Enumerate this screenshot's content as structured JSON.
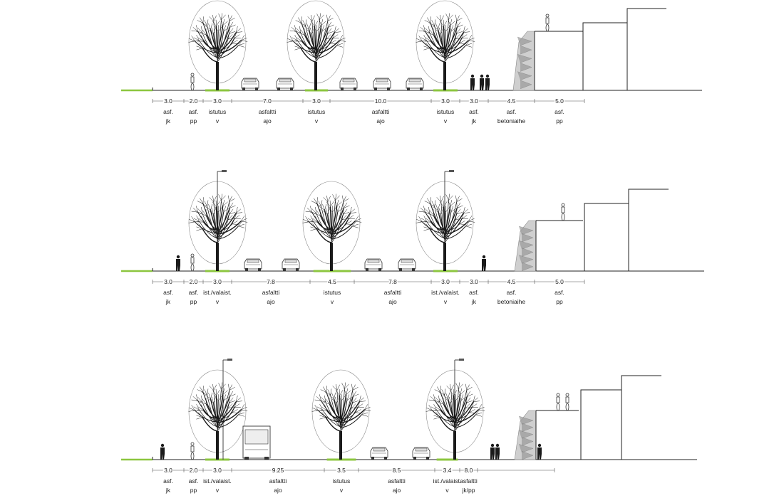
{
  "sections": [
    {
      "id": "section-1",
      "segments": [
        {
          "width": "3.0",
          "material": "asf.",
          "use": "jk"
        },
        {
          "width": "2.0",
          "material": "asf.",
          "use": "pp"
        },
        {
          "width": "3.0",
          "material": "istutus",
          "use": "v"
        },
        {
          "width": "7.0",
          "material": "asfaltti",
          "use": "ajo"
        },
        {
          "width": "3.0",
          "material": "istutus",
          "use": "v"
        },
        {
          "width": "10.0",
          "material": "asfaltti",
          "use": "ajo"
        },
        {
          "width": "3.0",
          "material": "istutus",
          "use": "v"
        },
        {
          "width": "3.0",
          "material": "asf.",
          "use": "jk"
        },
        {
          "width": "4.5",
          "material": "asf.",
          "use": "betoniaihe"
        },
        {
          "width": "5.0",
          "material": "asf.",
          "use": "pp"
        }
      ]
    },
    {
      "id": "section-2",
      "segments": [
        {
          "width": "3.0",
          "material": "asf.",
          "use": "jk"
        },
        {
          "width": "2.0",
          "material": "asf.",
          "use": "pp"
        },
        {
          "width": "3.0",
          "material": "ist./valaist.",
          "use": "v"
        },
        {
          "width": "7.8",
          "material": "asfaltti",
          "use": "ajo"
        },
        {
          "width": "4.5",
          "material": "istutus",
          "use": "v"
        },
        {
          "width": "7.8",
          "material": "asfaltti",
          "use": "ajo"
        },
        {
          "width": "3.0",
          "material": "ist./valaist.",
          "use": "v"
        },
        {
          "width": "3.0",
          "material": "asf.",
          "use": "jk"
        },
        {
          "width": "4.5",
          "material": "asf.",
          "use": "betoniaihe"
        },
        {
          "width": "5.0",
          "material": "asf.",
          "use": "pp"
        }
      ]
    },
    {
      "id": "section-3",
      "segments": [
        {
          "width": "3.0",
          "material": "asf.",
          "use": "jk"
        },
        {
          "width": "2.0",
          "material": "asf.",
          "use": "pp"
        },
        {
          "width": "3.0",
          "material": "ist./valaist.",
          "use": "v"
        },
        {
          "width": "9.25",
          "material": "asfaltti",
          "use": "ajo"
        },
        {
          "width": "3.5",
          "material": "istutus",
          "use": "v"
        },
        {
          "width": "8.5",
          "material": "asfaltti",
          "use": "ajo"
        },
        {
          "width": "3.4",
          "material": "ist./valaist.",
          "use": "v"
        },
        {
          "width": "8.0",
          "material": "asfaltti",
          "use": "jk/pp"
        }
      ]
    }
  ],
  "colors": {
    "ground": "#222222",
    "planting": "#8cc63f",
    "tree": "#1a1a1a",
    "building": "#222222"
  }
}
